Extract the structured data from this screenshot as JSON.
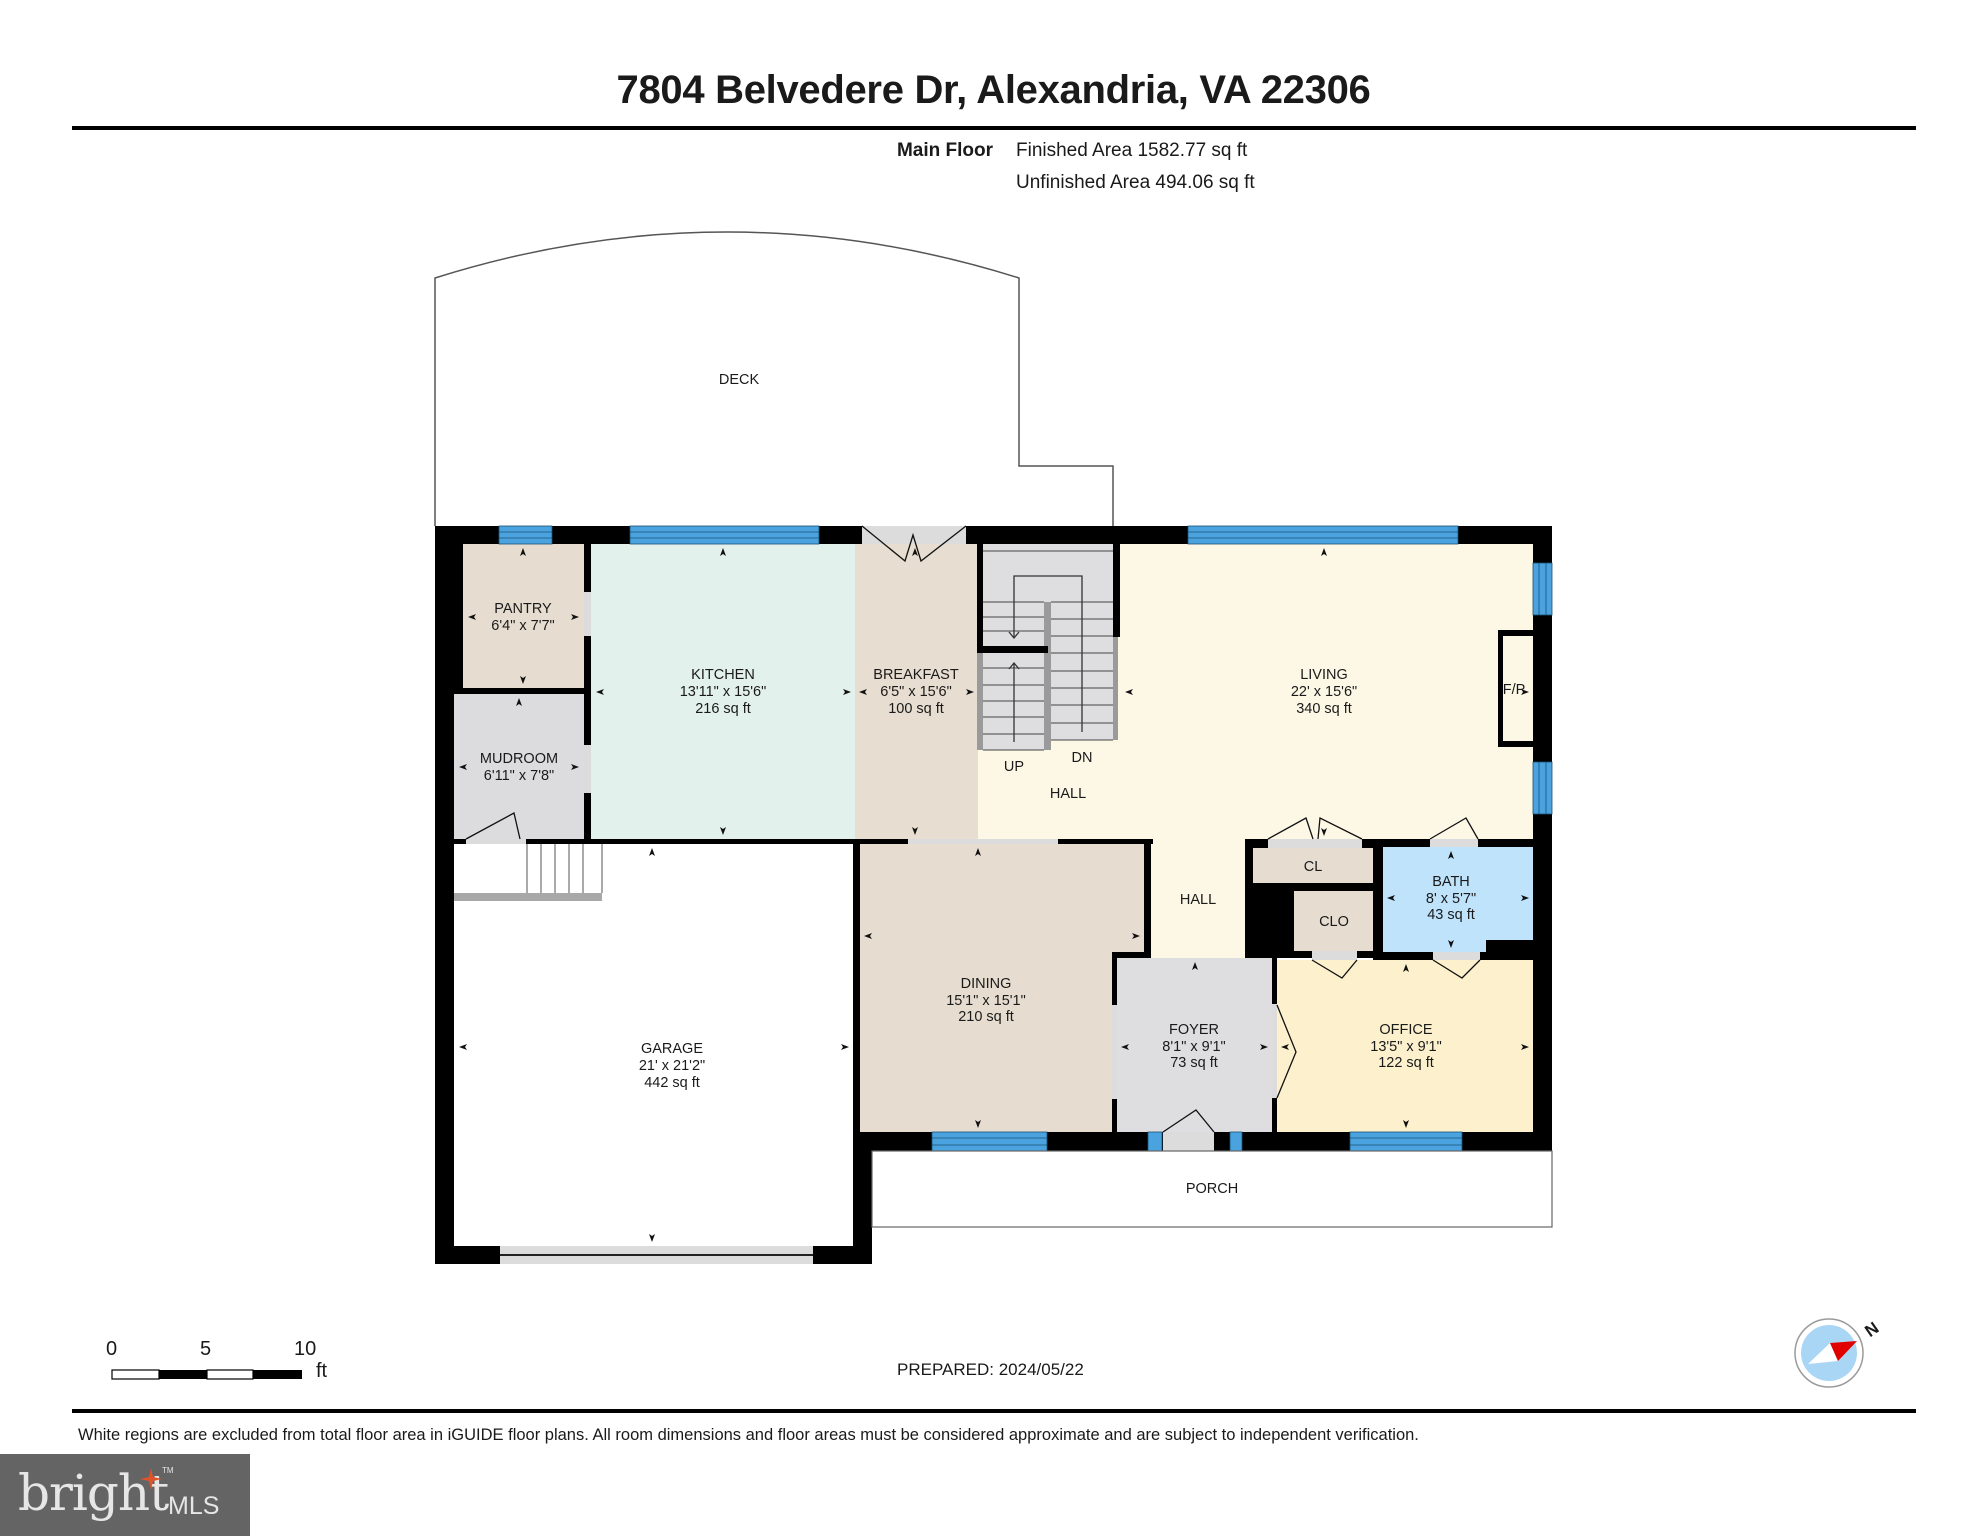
{
  "header": {
    "title": "7804 Belvedere Dr, Alexandria, VA 22306",
    "floor_name": "Main Floor",
    "finished_area": "Finished Area 1582.77 sq ft",
    "unfinished_area": "Unfinished Area 494.06 sq ft"
  },
  "colors": {
    "wall": "#000000",
    "window": "#4aa3df",
    "door_opening": "#dcdcdc",
    "kitchen": "#e3f1ec",
    "pantry": "#e6ddd0",
    "mudroom": "#dcdcde",
    "breakfast": "#e7ddd0",
    "living_hall": "#fdf8e6",
    "dining": "#e6ddd0",
    "foyer": "#dedee0",
    "office": "#fcf0cd",
    "bath": "#bfe3fb",
    "closet": "#e6ddd0",
    "stairs": "#dedee0",
    "compass_red": "#e10000",
    "compass_blue": "#a9d6f5",
    "logo_bg": "#646464",
    "logo_star": "#e0542c"
  },
  "rooms": {
    "deck": {
      "name": "DECK"
    },
    "pantry": {
      "name": "PANTRY",
      "dims": "6'4\" x 7'7\""
    },
    "kitchen": {
      "name": "KITCHEN",
      "dims": "13'11\" x 15'6\"",
      "area": "216 sq ft"
    },
    "breakfast": {
      "name": "BREAKFAST",
      "dims": "6'5\" x 15'6\"",
      "area": "100 sq ft"
    },
    "living": {
      "name": "LIVING",
      "dims": "22' x 15'6\"",
      "area": "340 sq ft"
    },
    "fireplace": {
      "name": "F/P"
    },
    "mudroom": {
      "name": "MUDROOM",
      "dims": "6'11\" x 7'8\""
    },
    "hall_upper": {
      "name": "HALL"
    },
    "hall_lower": {
      "name": "HALL"
    },
    "stairs_up": {
      "name": "UP"
    },
    "stairs_down": {
      "name": "DN"
    },
    "closet_cl": {
      "name": "CL"
    },
    "closet_clo": {
      "name": "CLO"
    },
    "bath": {
      "name": "BATH",
      "dims": "8' x 5'7\"",
      "area": "43 sq ft"
    },
    "garage": {
      "name": "GARAGE",
      "dims": "21' x 21'2\"",
      "area": "442 sq ft"
    },
    "dining": {
      "name": "DINING",
      "dims": "15'1\" x 15'1\"",
      "area": "210 sq ft"
    },
    "foyer": {
      "name": "FOYER",
      "dims": "8'1\" x 9'1\"",
      "area": "73 sq ft"
    },
    "office": {
      "name": "OFFICE",
      "dims": "13'5\" x 9'1\"",
      "area": "122 sq ft"
    },
    "porch": {
      "name": "PORCH"
    }
  },
  "scale_bar": {
    "ticks": [
      "0",
      "5",
      "10"
    ],
    "unit": "ft"
  },
  "compass": {
    "label": "N"
  },
  "footer": {
    "prepared": "PREPARED: 2024/05/22",
    "disclaimer": "White regions are excluded from total floor area in iGUIDE floor plans. All room dimensions and floor areas must be considered approximate and are subject to independent verification."
  },
  "logo": {
    "brand": "bright",
    "suffix": "MLS",
    "tm": "TM"
  }
}
